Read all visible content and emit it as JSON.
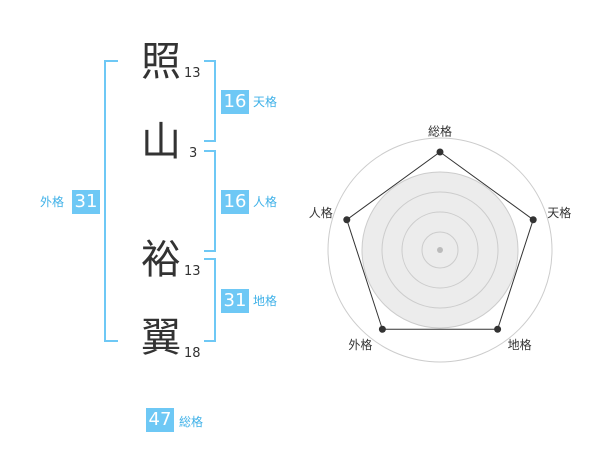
{
  "characters": [
    {
      "char": "照",
      "strokes": "13"
    },
    {
      "char": "山",
      "strokes": "3"
    },
    {
      "char": "裕",
      "strokes": "13"
    },
    {
      "char": "翼",
      "strokes": "18"
    }
  ],
  "fortunes": {
    "tenkaku": {
      "value": "16",
      "label": "天格"
    },
    "jinkaku": {
      "value": "16",
      "label": "人格"
    },
    "chikaku": {
      "value": "31",
      "label": "地格"
    },
    "gaikaku": {
      "value": "31",
      "label": "外格"
    },
    "soukaku": {
      "value": "47",
      "label": "総格"
    }
  },
  "radar": {
    "axes": [
      "総格",
      "天格",
      "地格",
      "外格",
      "人格"
    ],
    "values": [
      1.0,
      1.0,
      1.0,
      1.0,
      1.0
    ],
    "rings": 5
  }
}
